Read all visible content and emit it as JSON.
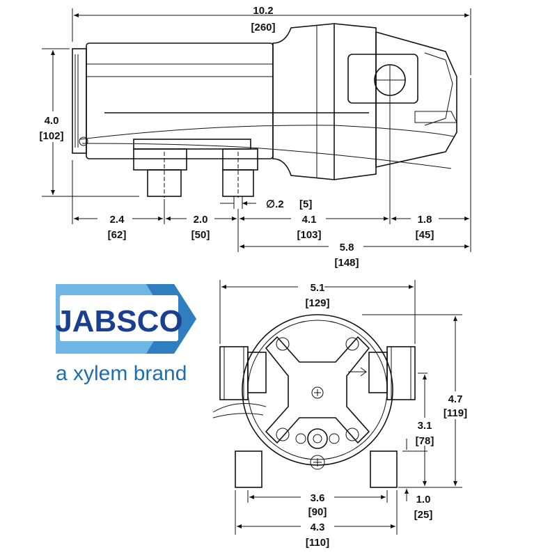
{
  "logo": {
    "name": "JABSCO",
    "tagline": "a xylem brand",
    "colors": {
      "banner": "#6fb6e4",
      "banner_dark": "#2f7fc0",
      "text": "#1b3f8f",
      "tagline": "#1b6fb0"
    }
  },
  "side_view": {
    "overall_length": {
      "in": "10.2",
      "mm": "[260]"
    },
    "height": {
      "in": "4.0",
      "mm": "[102]"
    },
    "mount_hole": {
      "label": "∅.2",
      "mm": "[5]"
    },
    "dim_a": {
      "in": "2.4",
      "mm": "[62]"
    },
    "dim_b": {
      "in": "2.0",
      "mm": "[50]"
    },
    "dim_c": {
      "in": "4.1",
      "mm": "[103]"
    },
    "dim_d": {
      "in": "1.8",
      "mm": "[45]"
    },
    "dim_e": {
      "in": "5.8",
      "mm": "[148]"
    }
  },
  "front_view": {
    "width": {
      "in": "5.1",
      "mm": "[129]"
    },
    "height": {
      "in": "4.7",
      "mm": "[119]"
    },
    "port_height": {
      "in": "3.1",
      "mm": "[78]"
    },
    "foot_height": {
      "in": "1.0",
      "mm": "[25]"
    },
    "mount_spacing": {
      "in": "3.6",
      "mm": "[90]"
    },
    "base_width": {
      "in": "4.3",
      "mm": "[110]"
    }
  }
}
